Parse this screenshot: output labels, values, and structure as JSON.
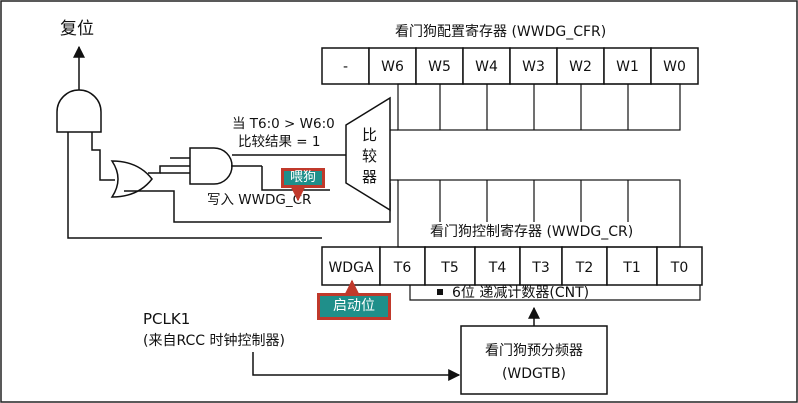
{
  "labels": {
    "reset": "复位",
    "cfr_title": "看门狗配置寄存器 (WWDG_CFR)",
    "cr_title": "看门狗控制寄存器 (WWDG_CR)",
    "compare_cond": "当 T6:0 > W6:0",
    "compare_result": "比较结果 = 1",
    "comparator_1": "比",
    "comparator_2": "较",
    "comparator_3": "器",
    "write_cr": "写入 WWDG_CR",
    "counter": "6位 递减计数器(CNT)",
    "pclk": "PCLK1",
    "pclk_sub": "(来自RCC 时钟控制器)",
    "prescaler_1": "看门狗预分频器",
    "prescaler_2": "(WDGTB)"
  },
  "cfr_bits": [
    "-",
    "W6",
    "W5",
    "W4",
    "W3",
    "W2",
    "W1",
    "W0"
  ],
  "cr_bits": [
    "WDGA",
    "T6",
    "T5",
    "T4",
    "T3",
    "T2",
    "T1",
    "T0"
  ],
  "annotations": {
    "feed_dog": "喂狗",
    "enable_bit": "启动位"
  },
  "colors": {
    "annotation_fill": "#1f8f8a",
    "annotation_border": "#c0392b",
    "arrow_red": "#c0392b"
  }
}
